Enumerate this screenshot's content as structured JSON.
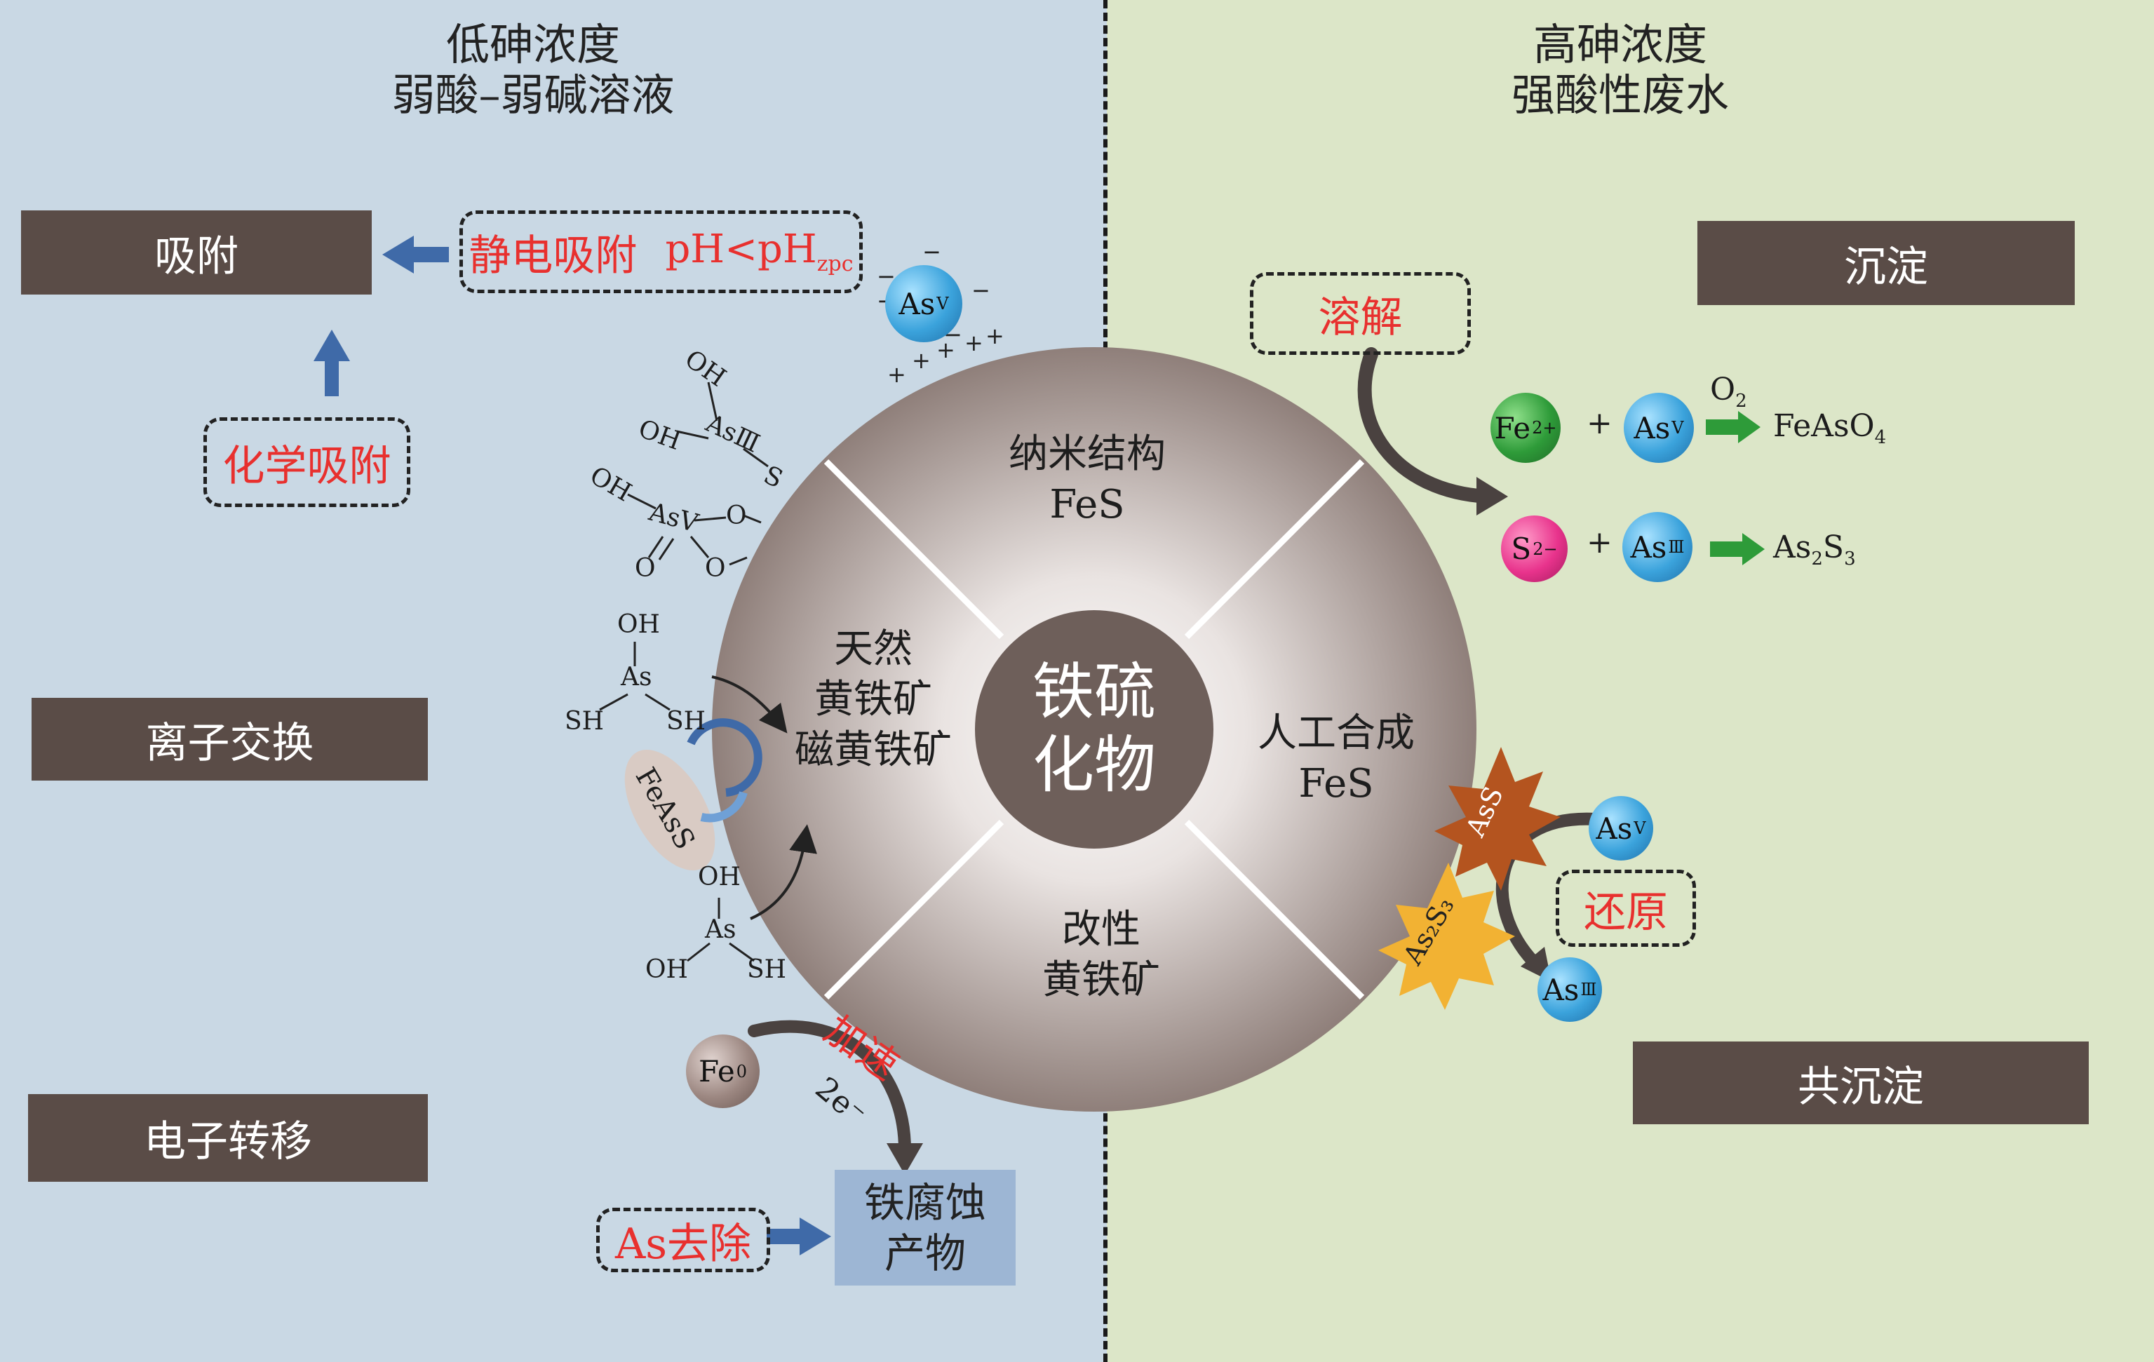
{
  "left_header": {
    "line1": "低砷浓度",
    "line2": "弱酸–弱碱溶液"
  },
  "right_header": {
    "line1": "高砷浓度",
    "line2": "强酸性废水"
  },
  "mechanisms": {
    "adsorption": "吸附",
    "ion_exchange": "离子交换",
    "electron_transfer": "电子转移",
    "precipitation": "沉淀",
    "coprecipitation": "共沉淀"
  },
  "labels": {
    "electrostatic": "静电吸附",
    "ph_condition": "pH<pH",
    "ph_sub": "zpc",
    "chemisorption": "化学吸附",
    "dissolution": "溶解",
    "reduction": "还原",
    "accelerate": "加速",
    "as_removal": "As去除",
    "corrosion_products_line1": "铁腐蚀",
    "corrosion_products_line2": "产物",
    "electrons": "2e⁻",
    "feass": "FeAsS"
  },
  "wheel": {
    "center_line1": "铁硫",
    "center_line2": "化物",
    "top_line1": "纳米结构",
    "top_line2": "FeS",
    "left_line1": "天然",
    "left_line2": "黄铁矿",
    "left_line3": "磁黄铁矿",
    "right_line1": "人工合成",
    "right_line2": "FeS",
    "bottom_line1": "改性",
    "bottom_line2": "黄铁矿"
  },
  "ions": {
    "as": "As",
    "as_v_sup": "V",
    "as_iii_sup": "Ⅲ",
    "fe": "Fe",
    "fe_sup": "2+",
    "s": "S",
    "s_sup": "2−",
    "fe0": "Fe",
    "fe0_sup": "0"
  },
  "reactions": {
    "plus": "+",
    "o2": "O",
    "o2_sub": "2",
    "product1": "FeAsO",
    "product1_sub": "4",
    "product2_a": "As",
    "product2_sub1": "2",
    "product2_b": "S",
    "product2_sub2": "3"
  },
  "structures": {
    "oh": "OH",
    "sh": "SH",
    "as": "As",
    "o": "O",
    "s": "S",
    "as_iii": "AsⅢ",
    "as_v": "AsV"
  },
  "stars": {
    "ass": "AsS",
    "as2s3": "As₂S₃"
  },
  "colors": {
    "left_bg": "#c9d8e4",
    "right_bg": "#dce6c8",
    "box_dark": "#5a4c47",
    "red_text": "#e8302e",
    "arrow_blue": "#3f6aa8",
    "arrow_green": "#2e9b39"
  }
}
